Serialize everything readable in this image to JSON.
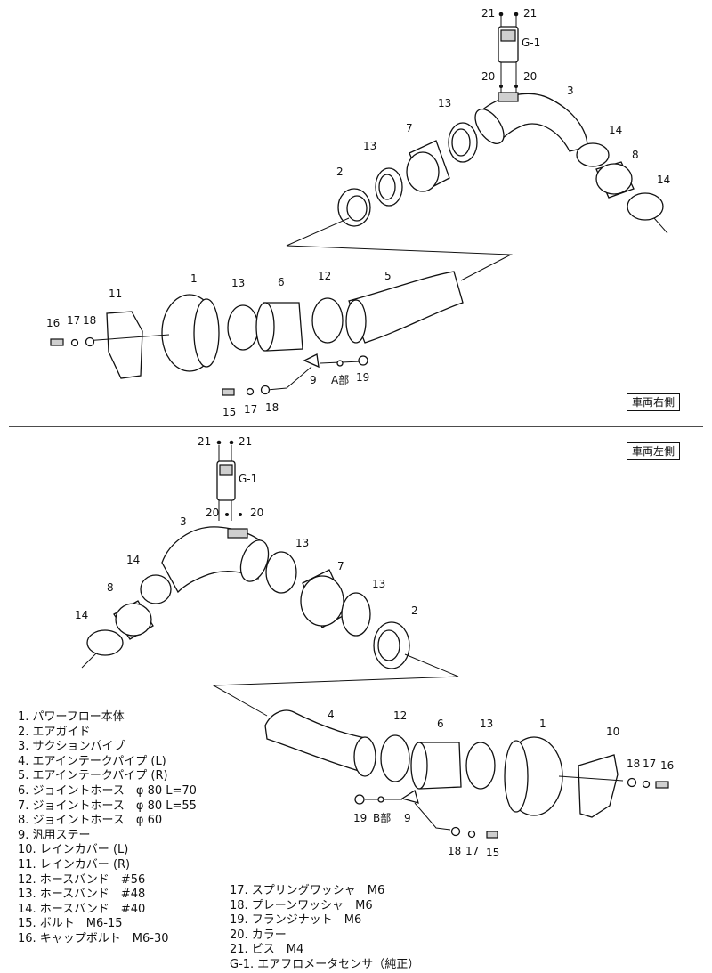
{
  "side_labels": {
    "right": "車両右側",
    "left": "車両左側"
  },
  "callouts_top": {
    "p21a": "21",
    "p21b": "21",
    "g1": "G-1",
    "p20a": "20",
    "p20b": "20",
    "p3": "3",
    "p13a": "13",
    "p7": "7",
    "p13b": "13",
    "p14a": "14",
    "p8": "8",
    "p14b": "14",
    "p2": "2",
    "p1": "1",
    "p11": "11",
    "p13c": "13",
    "p6": "6",
    "p12": "12",
    "p5": "5",
    "p16": "16",
    "p17": "17",
    "p18": "18",
    "p9": "9",
    "pA": "A部",
    "p19": "19",
    "p15b": "15",
    "p17b": "17",
    "p18b": "18"
  },
  "callouts_bottom": {
    "p21a": "21",
    "p21b": "21",
    "g1": "G-1",
    "p20a": "20",
    "p20b": "20",
    "p3": "3",
    "p14a": "14",
    "p13a": "13",
    "p7": "7",
    "p8": "8",
    "p13b": "13",
    "p2": "2",
    "p14b": "14",
    "p4": "4",
    "p12": "12",
    "p6": "6",
    "p13c": "13",
    "p1": "1",
    "p10": "10",
    "p18": "18",
    "p17": "17",
    "p16": "16",
    "p19": "19",
    "pB": "B部",
    "p9": "9",
    "p18b": "18",
    "p17b": "17",
    "p15": "15"
  },
  "parts_list_left": [
    "1. パワーフロー本体",
    "2. エアガイド",
    "3. サクションパイプ",
    "4. エアインテークパイプ (L)",
    "5. エアインテークパイプ (R)",
    "6. ジョイントホース　φ 80 L=70",
    "7. ジョイントホース　φ 80 L=55",
    "8. ジョイントホース　φ 60",
    "9. 汎用ステー",
    "10. レインカバー (L)",
    "11. レインカバー (R)",
    "12. ホースバンド　#56",
    "13. ホースバンド　#48",
    "14. ホースバンド　#40",
    "15. ボルト　M6-15",
    "16. キャップボルト　M6-30"
  ],
  "parts_list_right": [
    "17. スプリングワッシャ　M6",
    "18. プレーンワッシャ　M6",
    "19. フランジナット　M6",
    "20. カラー",
    "21. ビス　M4",
    "G-1. エアフロメータセンサ（純正）"
  ]
}
